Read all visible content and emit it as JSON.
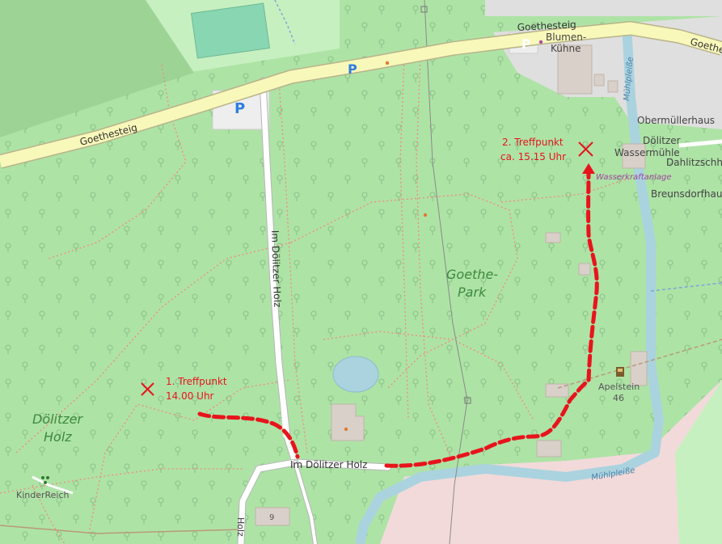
{
  "map": {
    "roads": {
      "goethesteig_left": "Goethesteig",
      "goethesteig_top": "Goethesteig",
      "goethesteig_right": "Goethe",
      "im_doelitzer_holz_vertical": "Im Dölitzer Holz",
      "im_doelitzer_holz_bottom": "Im Dölitzer Holz",
      "holz_bottom": "Holz"
    },
    "areas": {
      "goethe_park_line1": "Goethe-",
      "goethe_park_line2": "Park",
      "doelitzer_holz_line1": "Dölitzer",
      "doelitzer_holz_line2": "Holz"
    },
    "pois": {
      "blumen_kuehne_line1": "Blumen-",
      "blumen_kuehne_line2": "Kühne",
      "obermuellerhaus": "Obermüllerhaus",
      "doelitzer_wassermuehle_line1": "Dölitzer",
      "doelitzer_wassermuehle_line2": "Wassermühle",
      "dahlitzschhof": "Dahlitzschhof",
      "wasserkraftanlage": "Wasserkraftanlage",
      "breunsdorfhaus": "Breunsdorfhaus",
      "apelstein_line1": "Apelstein",
      "apelstein_line2": "46",
      "kinderreich": "KinderReich",
      "house_number_9": "9"
    },
    "water": {
      "muehlpleisse_top": "Mühlpleiße",
      "muehlpleisse_bottom": "Mühlpleiße"
    },
    "parking": {
      "p1": "P",
      "p2": "P",
      "p3": "P"
    },
    "meeting_points": [
      {
        "line1": "1. Treffpunkt",
        "line2": "14.00 Uhr"
      },
      {
        "line1": "2. Treffpunkt",
        "line2": "ca. 15.15 Uhr"
      }
    ],
    "colors": {
      "forest": "#aee3a6",
      "park": "#c7f0c0",
      "road": "#f8f8ba",
      "road_casing": "#b8b48a",
      "water": "#aad3df",
      "residential": "#e0dfdf",
      "pink_area": "#f2dada",
      "route": "#e8141c",
      "path": "#f08a7e",
      "building": "#d9d0c9",
      "parking": "#eeeeee"
    }
  }
}
